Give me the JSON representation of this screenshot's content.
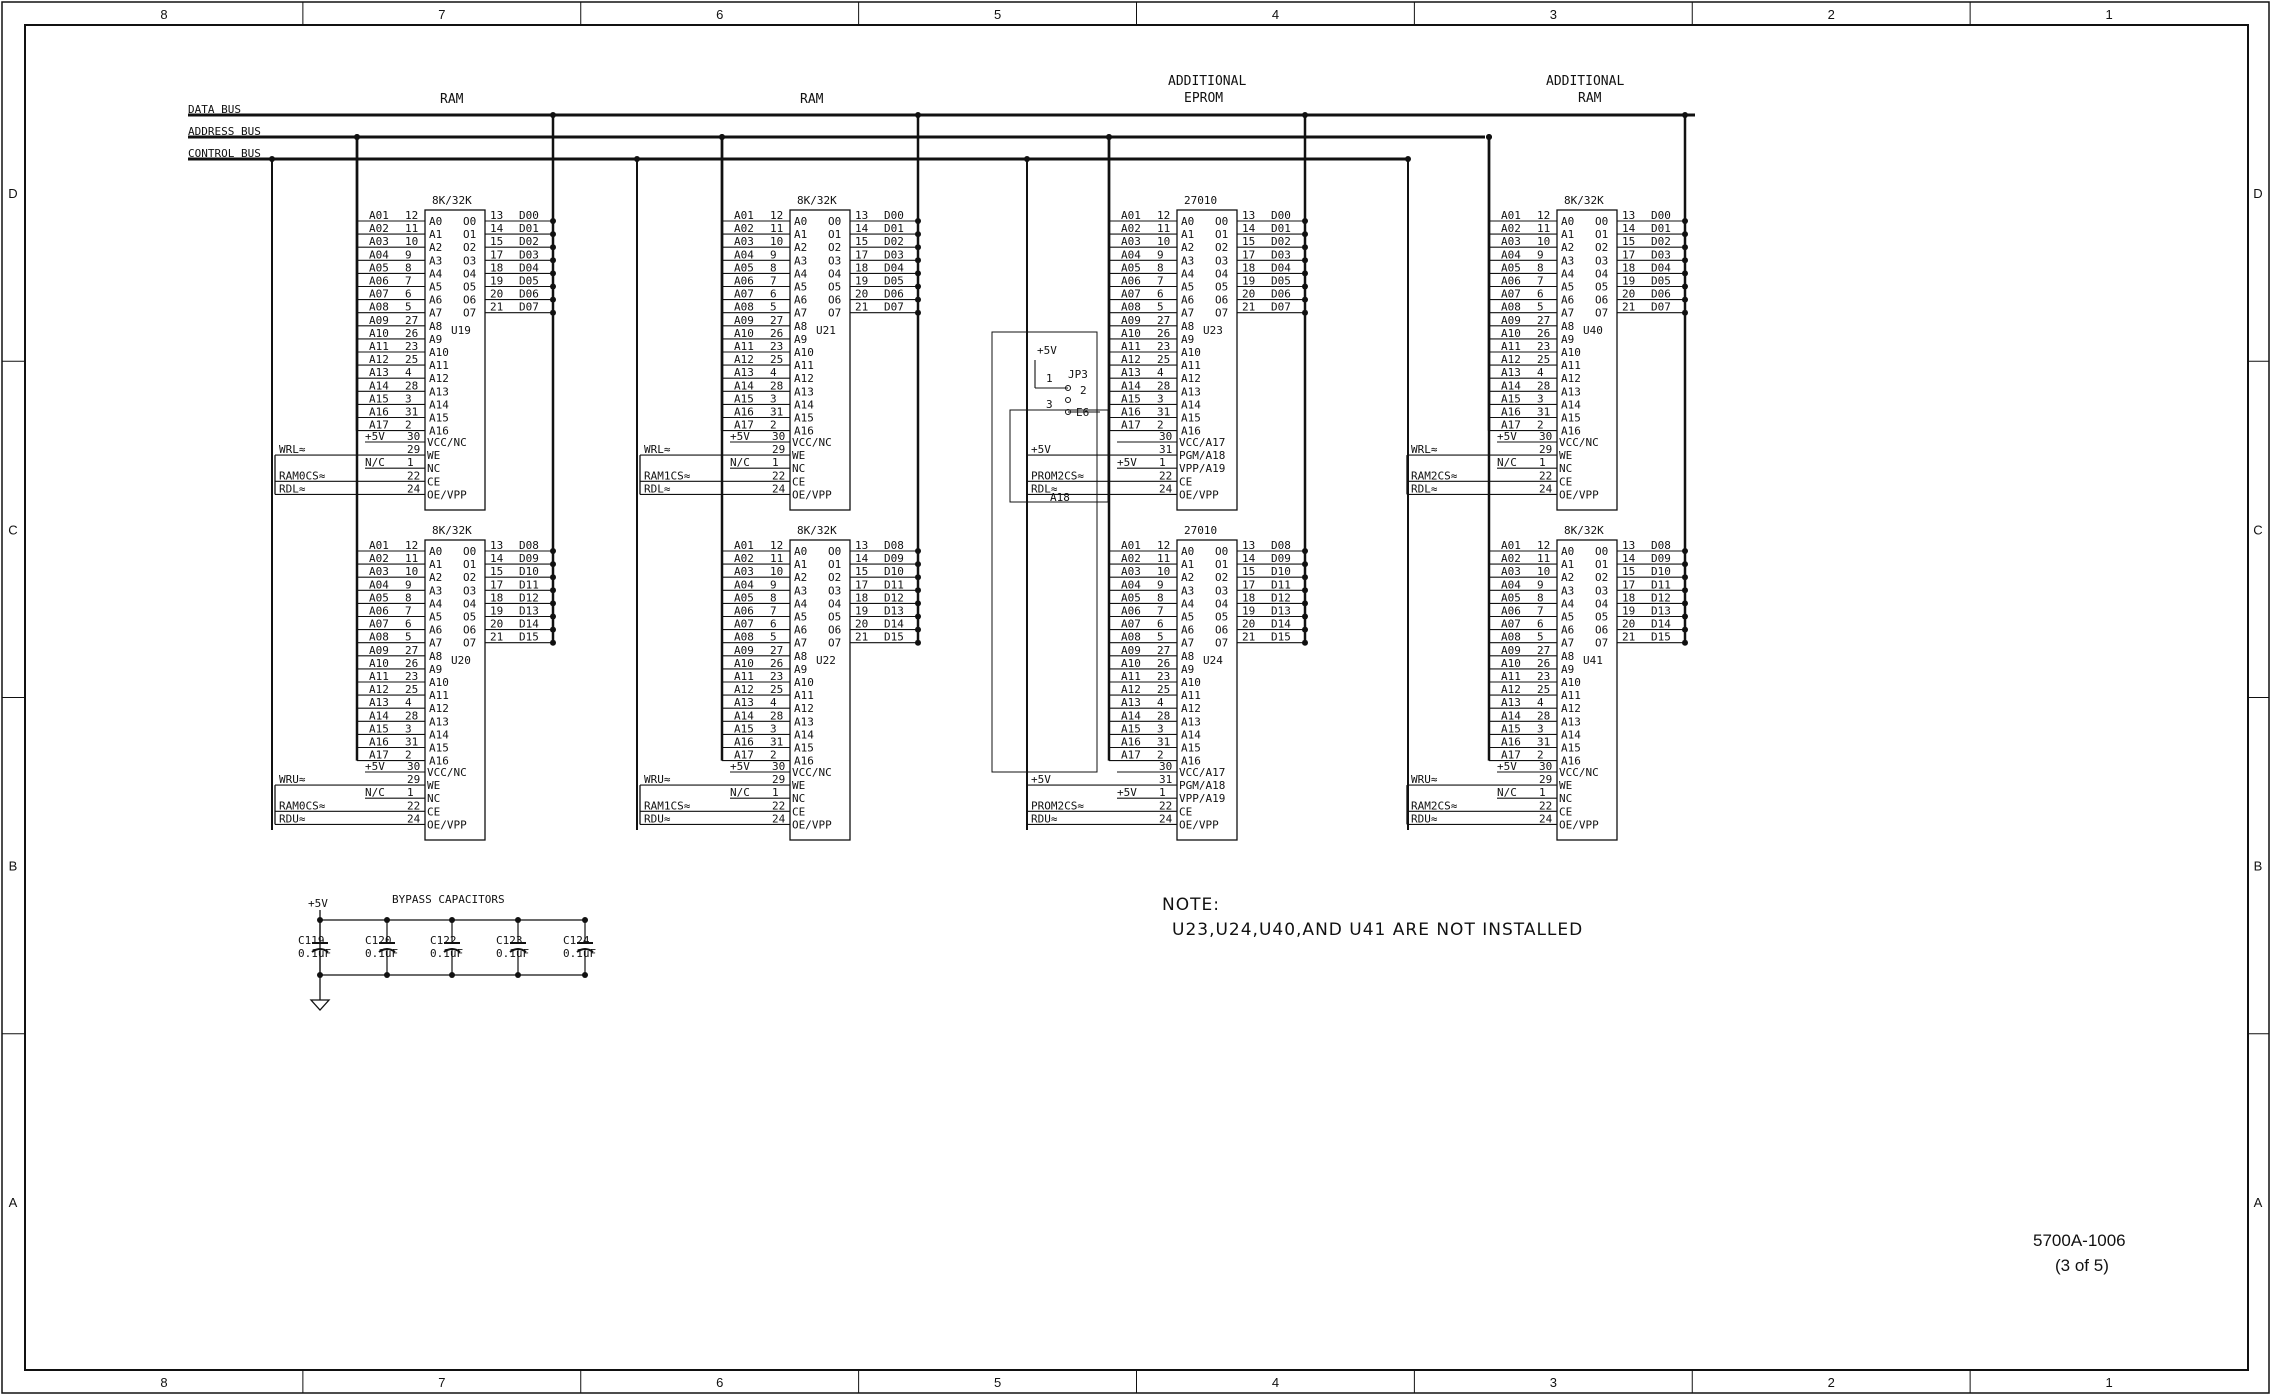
{
  "sheet": {
    "zones_top": [
      "8",
      "7",
      "6",
      "5",
      "4",
      "3",
      "2",
      "1"
    ],
    "zones_side": [
      "D",
      "C",
      "B",
      "A"
    ],
    "doc_number": "5700A-1006",
    "sheet_of": "(3 of 5)"
  },
  "buses": {
    "data": "DATA BUS",
    "address": "ADDRESS BUS",
    "control": "CONTROL BUS"
  },
  "titles": {
    "ram1": "RAM",
    "ram2": "RAM",
    "eprom_line1": "ADDITIONAL",
    "eprom_line2": "EPROM",
    "xram_line1": "ADDITIONAL",
    "xram_line2": "RAM"
  },
  "chips": {
    "u19": {
      "part": "8K/32K",
      "ref": "U19"
    },
    "u20": {
      "part": "8K/32K",
      "ref": "U20"
    },
    "u21": {
      "part": "8K/32K",
      "ref": "U21"
    },
    "u22": {
      "part": "8K/32K",
      "ref": "U22"
    },
    "u23": {
      "part": "27010",
      "ref": "U23"
    },
    "u24": {
      "part": "27010",
      "ref": "U24"
    },
    "u40": {
      "part": "8K/32K",
      "ref": "U40"
    },
    "u41": {
      "part": "8K/32K",
      "ref": "U41"
    }
  },
  "ram_pins": {
    "addr_signals": [
      "A01",
      "A02",
      "A03",
      "A04",
      "A05",
      "A06",
      "A07",
      "A08",
      "A09",
      "A10",
      "A11",
      "A12",
      "A13",
      "A14",
      "A15",
      "A16",
      "A17"
    ],
    "addr_pin_numbers": [
      "12",
      "11",
      "10",
      "9",
      "8",
      "7",
      "6",
      "5",
      "27",
      "26",
      "23",
      "25",
      "4",
      "28",
      "3",
      "31",
      "2"
    ],
    "addr_pin_names": [
      "A0",
      "A1",
      "A2",
      "A3",
      "A4",
      "A5",
      "A6",
      "A7",
      "A8",
      "A9",
      "A10",
      "A11",
      "A12",
      "A13",
      "A14",
      "A15",
      "A16"
    ],
    "data_pin_names": [
      "O0",
      "O1",
      "O2",
      "O3",
      "O4",
      "O5",
      "O6",
      "O7"
    ],
    "data_pin_numbers": [
      "13",
      "14",
      "15",
      "17",
      "18",
      "19",
      "20",
      "21"
    ],
    "data_low": [
      "D00",
      "D01",
      "D02",
      "D03",
      "D04",
      "D05",
      "D06",
      "D07"
    ],
    "data_high": [
      "D08",
      "D09",
      "D10",
      "D11",
      "D12",
      "D13",
      "D14",
      "D15"
    ],
    "ctrl_pin_numbers": [
      "30",
      "29",
      "1",
      "22",
      "24"
    ],
    "ctrl_pin_names": [
      "VCC/NC",
      "WE",
      "NC",
      "CE",
      "OE/VPP"
    ],
    "eprom_ctrl_pin_names": [
      "VCC/A17",
      "PGM/A18",
      "VPP/A19",
      "CE",
      "OE/VPP"
    ],
    "eprom_ctrl_pin_numbers": [
      "30",
      "31",
      "1",
      "22",
      "24"
    ]
  },
  "ctrl_nets": {
    "u19": [
      "+5V",
      "WRL≈",
      "N/C",
      "RAM0CS≈",
      "RDL≈"
    ],
    "u20": [
      "+5V",
      "WRU≈",
      "N/C",
      "RAM0CS≈",
      "RDU≈"
    ],
    "u21": [
      "+5V",
      "WRL≈",
      "N/C",
      "RAM1CS≈",
      "RDL≈"
    ],
    "u22": [
      "+5V",
      "WRU≈",
      "N/C",
      "RAM1CS≈",
      "RDU≈"
    ],
    "u23": [
      "",
      "+5V",
      "+5V",
      "PROM2CS≈",
      "RDL≈"
    ],
    "u24": [
      "",
      "+5V",
      "+5V",
      "PROM2CS≈",
      "RDU≈"
    ],
    "u40": [
      "+5V",
      "WRL≈",
      "N/C",
      "RAM2CS≈",
      "RDL≈"
    ],
    "u41": [
      "+5V",
      "WRU≈",
      "N/C",
      "RAM2CS≈",
      "RDU≈"
    ]
  },
  "jumper": {
    "ref": "JP3",
    "supply": "+5V",
    "pin1": "1",
    "pin2": "2",
    "pin3": "3",
    "test_point": "E6",
    "a18": "A18"
  },
  "bypass": {
    "title": "BYPASS CAPACITORS",
    "supply": "+5V",
    "caps": [
      {
        "ref": "C119",
        "value": "0.1uF"
      },
      {
        "ref": "C120",
        "value": "0.1uF"
      },
      {
        "ref": "C122",
        "value": "0.1uF"
      },
      {
        "ref": "C123",
        "value": "0.1uF"
      },
      {
        "ref": "C124",
        "value": "0.1uF"
      }
    ]
  },
  "note": {
    "label": "NOTE:",
    "text": "U23,U24,U40,AND U41 ARE NOT INSTALLED"
  }
}
